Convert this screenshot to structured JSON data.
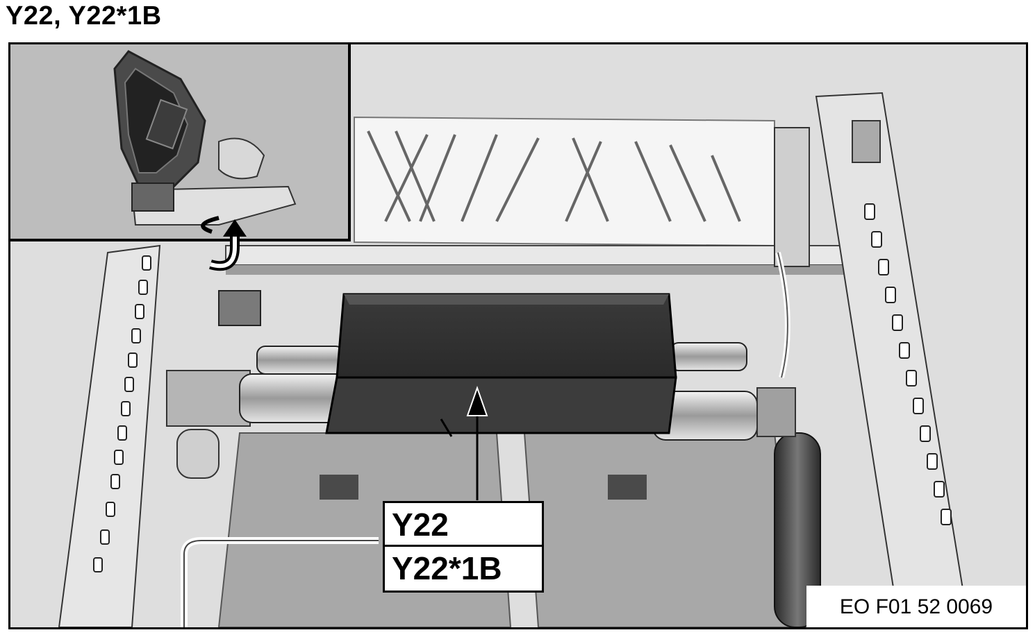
{
  "title": "Y22, Y22*1B",
  "labels": {
    "component": "Y22",
    "connector": "Y22*1B"
  },
  "reference": "EO F01 52 0069"
}
